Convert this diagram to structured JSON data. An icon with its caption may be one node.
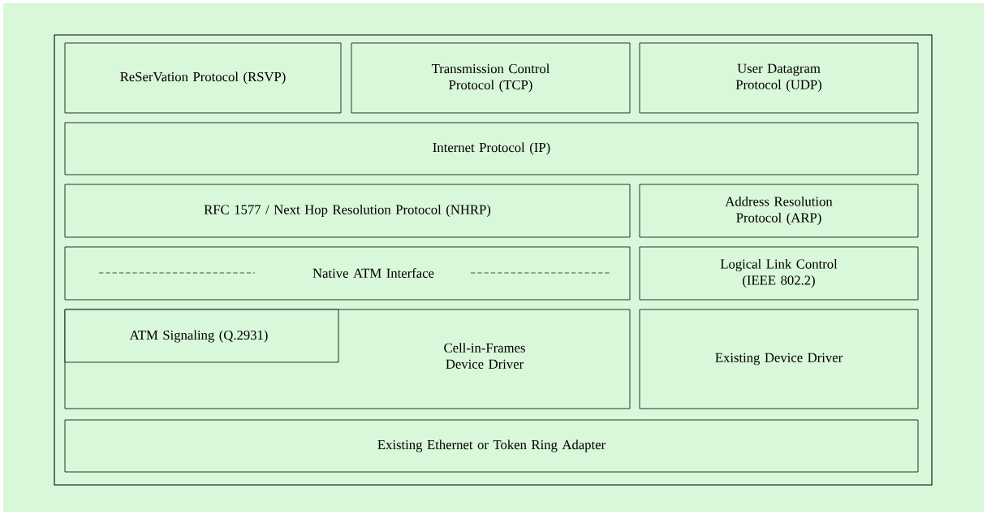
{
  "diagram": {
    "nodes": [
      {
        "text": [],
        "shape": "box"
      },
      {
        "text": [
          "ReSerVation Protocol (RSVP)"
        ],
        "in": 0
      },
      {
        "text": [
          "Transmission Control Protocol (TCP)"
        ],
        "in": 0
      },
      {
        "text": [
          "User Datagram Protocol (UDP)"
        ],
        "in": 0
      },
      {
        "text": [
          "Internet Protocol (IP)"
        ],
        "in": 0
      },
      {
        "text": [
          "RFC 1577 / Next Hop Resolution Protocol (NHRP)"
        ],
        "in": 0
      },
      {
        "text": [
          "Address Resolution Protocol (ARP)"
        ],
        "in": 0
      },
      {
        "text": [
          "Native ATM Interface"
        ],
        "in": 0
      },
      {
        "text": [
          "Logical Link Control (IEEE 802.2)"
        ],
        "in": 0
      },
      {
        "text": [
          "Cell-in-Frames Device Driver"
        ],
        "in": 0
      },
      {
        "text": [
          "ATM Signaling (Q.2931)"
        ],
        "in": 9
      },
      {
        "text": [
          "Existing Device Driver"
        ],
        "in": 0
      },
      {
        "text": [
          "Existing Ethernet or Token Ring Adapter"
        ],
        "in": 0
      }
    ]
  }
}
